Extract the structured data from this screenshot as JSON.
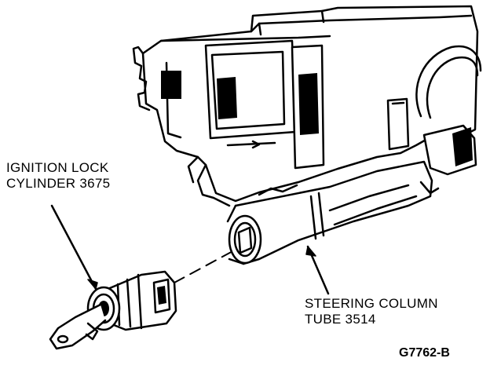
{
  "labels": {
    "ignition_lock_cylinder": {
      "line1": "IGNITION LOCK",
      "line2": "CYLINDER 3675"
    },
    "steering_column_tube": {
      "line1": "STEERING COLUMN",
      "line2": "TUBE 3514"
    }
  },
  "figure_id": "G7762-B",
  "colors": {
    "ink": "#000000",
    "paper": "#ffffff"
  }
}
